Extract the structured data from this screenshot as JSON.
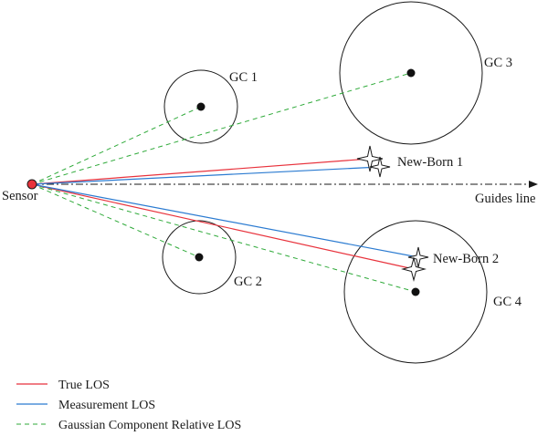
{
  "labels": {
    "sensor": "Sensor",
    "guides_line": "Guides line",
    "gc1": "GC 1",
    "gc2": "GC 2",
    "gc3": "GC 3",
    "gc4": "GC 4",
    "newborn1": "New-Born 1",
    "newborn2": "New-Born 2"
  },
  "legend": [
    {
      "label": "True LOS",
      "color": "#e8323c",
      "style": "solid"
    },
    {
      "label": "Measurement LOS",
      "color": "#2b7bd1",
      "style": "solid"
    },
    {
      "label": "Gaussian Component Relative LOS",
      "color": "#2faa3a",
      "style": "dashed"
    }
  ],
  "colors": {
    "true_los": "#e8323c",
    "measurement_los": "#2b7bd1",
    "gaussian_los": "#2faa3a",
    "sensor_fill": "#e8323c",
    "stroke": "#1a1a1a"
  }
}
